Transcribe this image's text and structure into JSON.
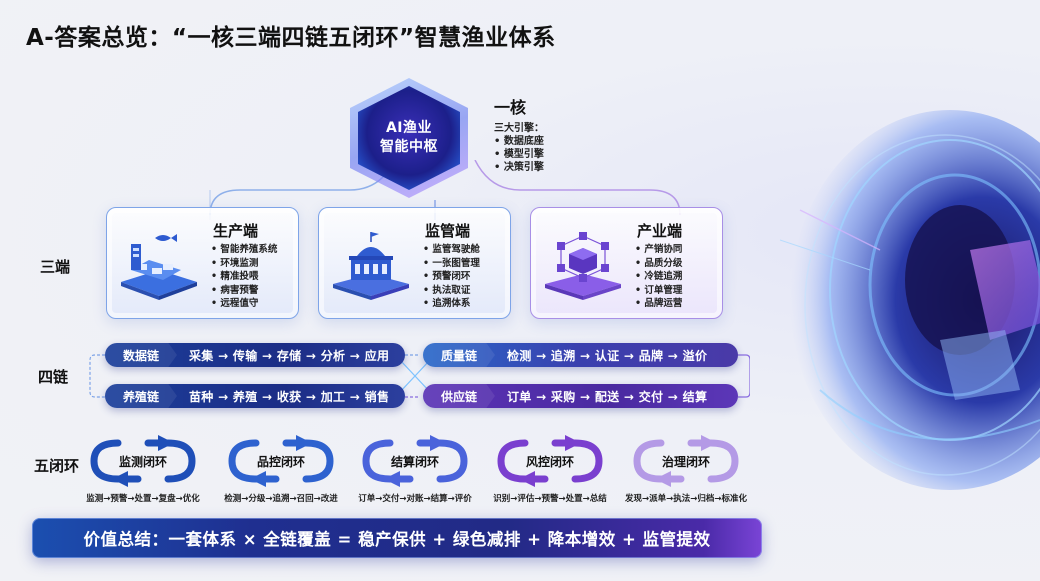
{
  "title": "A-答案总览：“一核三端四链五闭环”智慧渔业体系",
  "core": {
    "line1": "AI渔业",
    "line2": "智能中枢",
    "heading": "一核",
    "sub": "三大引擎：",
    "items": [
      "数据底座",
      "模型引擎",
      "决策引擎"
    ]
  },
  "rows": {
    "terminals": "三端",
    "chains": "四链",
    "loops": "五闭环"
  },
  "terminals": [
    {
      "title": "生产端",
      "icon": "aquaculture-farm-icon",
      "items": [
        "智能养殖系统",
        "环境监测",
        "精准投喂",
        "病害预警",
        "远程值守"
      ]
    },
    {
      "title": "监管端",
      "icon": "government-building-icon",
      "items": [
        "监管驾驶舱",
        "一张图管理",
        "预警闭环",
        "执法取证",
        "追溯体系"
      ]
    },
    {
      "title": "产业端",
      "icon": "supply-network-box-icon",
      "items": [
        "产销协同",
        "品质分级",
        "冷链追溯",
        "订单管理",
        "品牌运营"
      ]
    }
  ],
  "chains": [
    {
      "name": "数据链",
      "flow": "采集 → 传输 → 存储 → 分析 → 应用"
    },
    {
      "name": "养殖链",
      "flow": "苗种 → 养殖 → 收获 → 加工 → 销售"
    },
    {
      "name": "质量链",
      "flow": "检测 → 追溯 → 认证 → 品牌 → 溢价"
    },
    {
      "name": "供应链",
      "flow": "订单 → 采购 → 配送 → 交付 → 结算"
    }
  ],
  "loops": [
    {
      "name": "监测闭环",
      "flow": "监测→预警→处置→复盘→优化",
      "color": "#1f4fb8"
    },
    {
      "name": "品控闭环",
      "flow": "检测→分级→追溯→召回→改进",
      "color": "#2e62cf"
    },
    {
      "name": "结算闭环",
      "flow": "订单→交付→对账→结算→评价",
      "color": "#4a63db"
    },
    {
      "name": "风控闭环",
      "flow": "识别→评估→预警→处置→总结",
      "color": "#7a3fcf"
    },
    {
      "name": "治理闭环",
      "flow": "发现→派单→执法→归档→标准化",
      "color": "#b49ae6"
    }
  ],
  "summary": "价值总结：一套体系 × 全链覆盖 = 稳产保供 + 绿色减排 + 降本增效 + 监管提效",
  "colors": {
    "blue_dark": "#1c2d86",
    "blue": "#2e62cf",
    "purple": "#5b33b6",
    "lavender": "#b49ae6",
    "background": "#f1f2f6"
  }
}
